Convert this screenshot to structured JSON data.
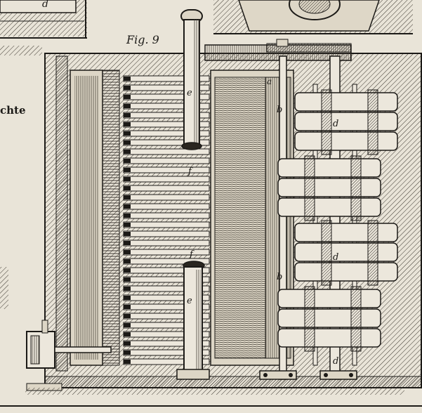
{
  "figure": {
    "title": "Fig. 9",
    "side_text": "chte",
    "top_label": "d",
    "labels": {
      "a_top": "a",
      "b_upper": "b",
      "b_lower": "b",
      "d_upper": "d",
      "d_middle": "d",
      "d_bottom": "d",
      "e_upper": "e",
      "e_lower": "e",
      "f_upper": "f",
      "f_lower": "f"
    }
  },
  "colors": {
    "paper": "#e9e4d8",
    "ink": "#1c1a17"
  }
}
